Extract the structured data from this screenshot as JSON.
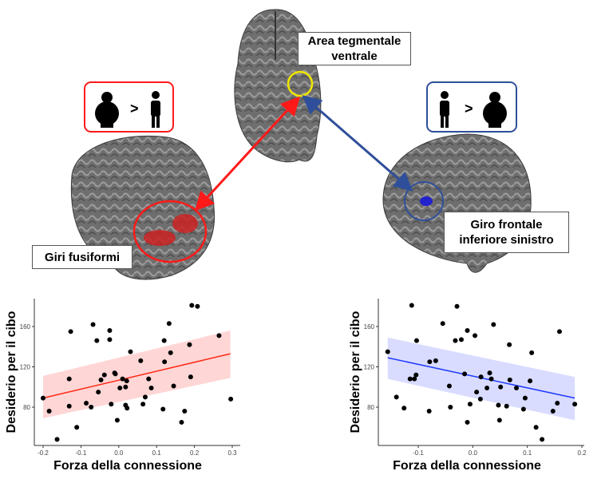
{
  "labels": {
    "vta": [
      "Area tegmentale",
      "ventrale"
    ],
    "fusiform": "Giri fusiformi",
    "ifg": [
      "Giro frontale",
      "inferiore sinistro"
    ],
    "comparison_symbol": ">"
  },
  "colors": {
    "red": "#ff1a1a",
    "blue": "#2f4f9a",
    "yellow": "#f2e600",
    "red_fill": "#ffd6d6",
    "blue_fill": "#d9dcff",
    "red_line": "#ff2a14",
    "blue_line": "#1f3cff"
  },
  "chart_data": [
    {
      "type": "scatter",
      "xlabel": "Forza della connessione",
      "ylabel": "Desiderio per il cibo",
      "xticks": [
        -0.2,
        -0.1,
        0.0,
        0.1,
        0.2,
        0.3
      ],
      "xtick_labels": [
        "-0.2",
        "-0.1",
        "0.0",
        "0.1",
        "0.2",
        "0.3"
      ],
      "yticks": [
        80,
        120,
        160
      ],
      "ytick_labels": [
        "80",
        "120",
        "160"
      ],
      "xlim": [
        -0.21,
        0.31
      ],
      "ylim": [
        44,
        186
      ],
      "fit": {
        "x": [
          -0.2,
          0.295
        ],
        "y": [
          89,
          133
        ],
        "ci_low": [
          69,
          109
        ],
        "ci_high": [
          111,
          156
        ],
        "color": "red"
      },
      "points": [
        [
          -0.2,
          89
        ],
        [
          -0.184,
          76
        ],
        [
          -0.163,
          48
        ],
        [
          -0.127,
          155
        ],
        [
          -0.131,
          108
        ],
        [
          -0.131,
          81
        ],
        [
          -0.111,
          60
        ],
        [
          -0.086,
          84
        ],
        [
          -0.073,
          80
        ],
        [
          -0.068,
          162
        ],
        [
          -0.058,
          146
        ],
        [
          -0.054,
          95
        ],
        [
          -0.047,
          107
        ],
        [
          -0.038,
          112
        ],
        [
          -0.024,
          156
        ],
        [
          -0.024,
          147
        ],
        [
          -0.02,
          83
        ],
        [
          -0.011,
          114
        ],
        [
          -0.009,
          113
        ],
        [
          -0.004,
          67
        ],
        [
          0.003,
          99
        ],
        [
          0.01,
          108
        ],
        [
          0.018,
          82
        ],
        [
          0.018,
          100
        ],
        [
          0.021,
          106
        ],
        [
          0.022,
          79
        ],
        [
          0.031,
          135
        ],
        [
          0.058,
          126
        ],
        [
          0.064,
          83
        ],
        [
          0.07,
          90
        ],
        [
          0.079,
          108
        ],
        [
          0.086,
          99
        ],
        [
          0.117,
          78
        ],
        [
          0.12,
          146
        ],
        [
          0.121,
          125
        ],
        [
          0.133,
          163
        ],
        [
          0.137,
          134
        ],
        [
          0.145,
          101
        ],
        [
          0.166,
          65
        ],
        [
          0.174,
          76
        ],
        [
          0.187,
          142
        ],
        [
          0.19,
          110
        ],
        [
          0.193,
          181
        ],
        [
          0.208,
          180
        ],
        [
          0.265,
          151
        ],
        [
          0.296,
          88
        ]
      ]
    },
    {
      "type": "scatter",
      "xlabel": "Forza della connessione",
      "ylabel": "Desiderio per il cibo",
      "xticks": [
        -0.1,
        0.0,
        0.1,
        0.2
      ],
      "xtick_labels": [
        "-0.1",
        "0.0",
        "0.1",
        "0.2"
      ],
      "yticks": [
        80,
        120,
        160
      ],
      "ytick_labels": [
        "80",
        "120",
        "160"
      ],
      "xlim": [
        -0.175,
        0.2
      ],
      "ylim": [
        44,
        186
      ],
      "fit": {
        "x": [
          -0.156,
          0.187
        ],
        "y": [
          129,
          89
        ],
        "ci_low": [
          108,
          67
        ],
        "ci_high": [
          149,
          110
        ],
        "color": "blue"
      },
      "points": [
        [
          -0.156,
          135
        ],
        [
          -0.14,
          90
        ],
        [
          -0.126,
          79
        ],
        [
          -0.112,
          181
        ],
        [
          -0.115,
          108
        ],
        [
          -0.107,
          108
        ],
        [
          -0.103,
          146
        ],
        [
          -0.104,
          112
        ],
        [
          -0.08,
          76
        ],
        [
          -0.079,
          125
        ],
        [
          -0.068,
          126
        ],
        [
          -0.055,
          163
        ],
        [
          -0.043,
          101
        ],
        [
          -0.041,
          80
        ],
        [
          -0.032,
          146
        ],
        [
          -0.029,
          180
        ],
        [
          -0.021,
          147
        ],
        [
          -0.015,
          113
        ],
        [
          -0.01,
          156
        ],
        [
          -0.01,
          65
        ],
        [
          -0.005,
          83
        ],
        [
          0.004,
          151
        ],
        [
          0.007,
          95
        ],
        [
          0.014,
          88
        ],
        [
          0.015,
          110
        ],
        [
          0.026,
          99
        ],
        [
          0.031,
          114
        ],
        [
          0.034,
          108
        ],
        [
          0.038,
          162
        ],
        [
          0.047,
          82
        ],
        [
          0.049,
          67
        ],
        [
          0.051,
          100
        ],
        [
          0.062,
          81
        ],
        [
          0.067,
          142
        ],
        [
          0.068,
          107
        ],
        [
          0.08,
          99
        ],
        [
          0.093,
          78
        ],
        [
          0.096,
          89
        ],
        [
          0.105,
          106
        ],
        [
          0.108,
          134
        ],
        [
          0.116,
          60
        ],
        [
          0.127,
          48
        ],
        [
          0.147,
          76
        ],
        [
          0.155,
          84
        ],
        [
          0.159,
          155
        ],
        [
          0.187,
          83
        ]
      ]
    }
  ]
}
